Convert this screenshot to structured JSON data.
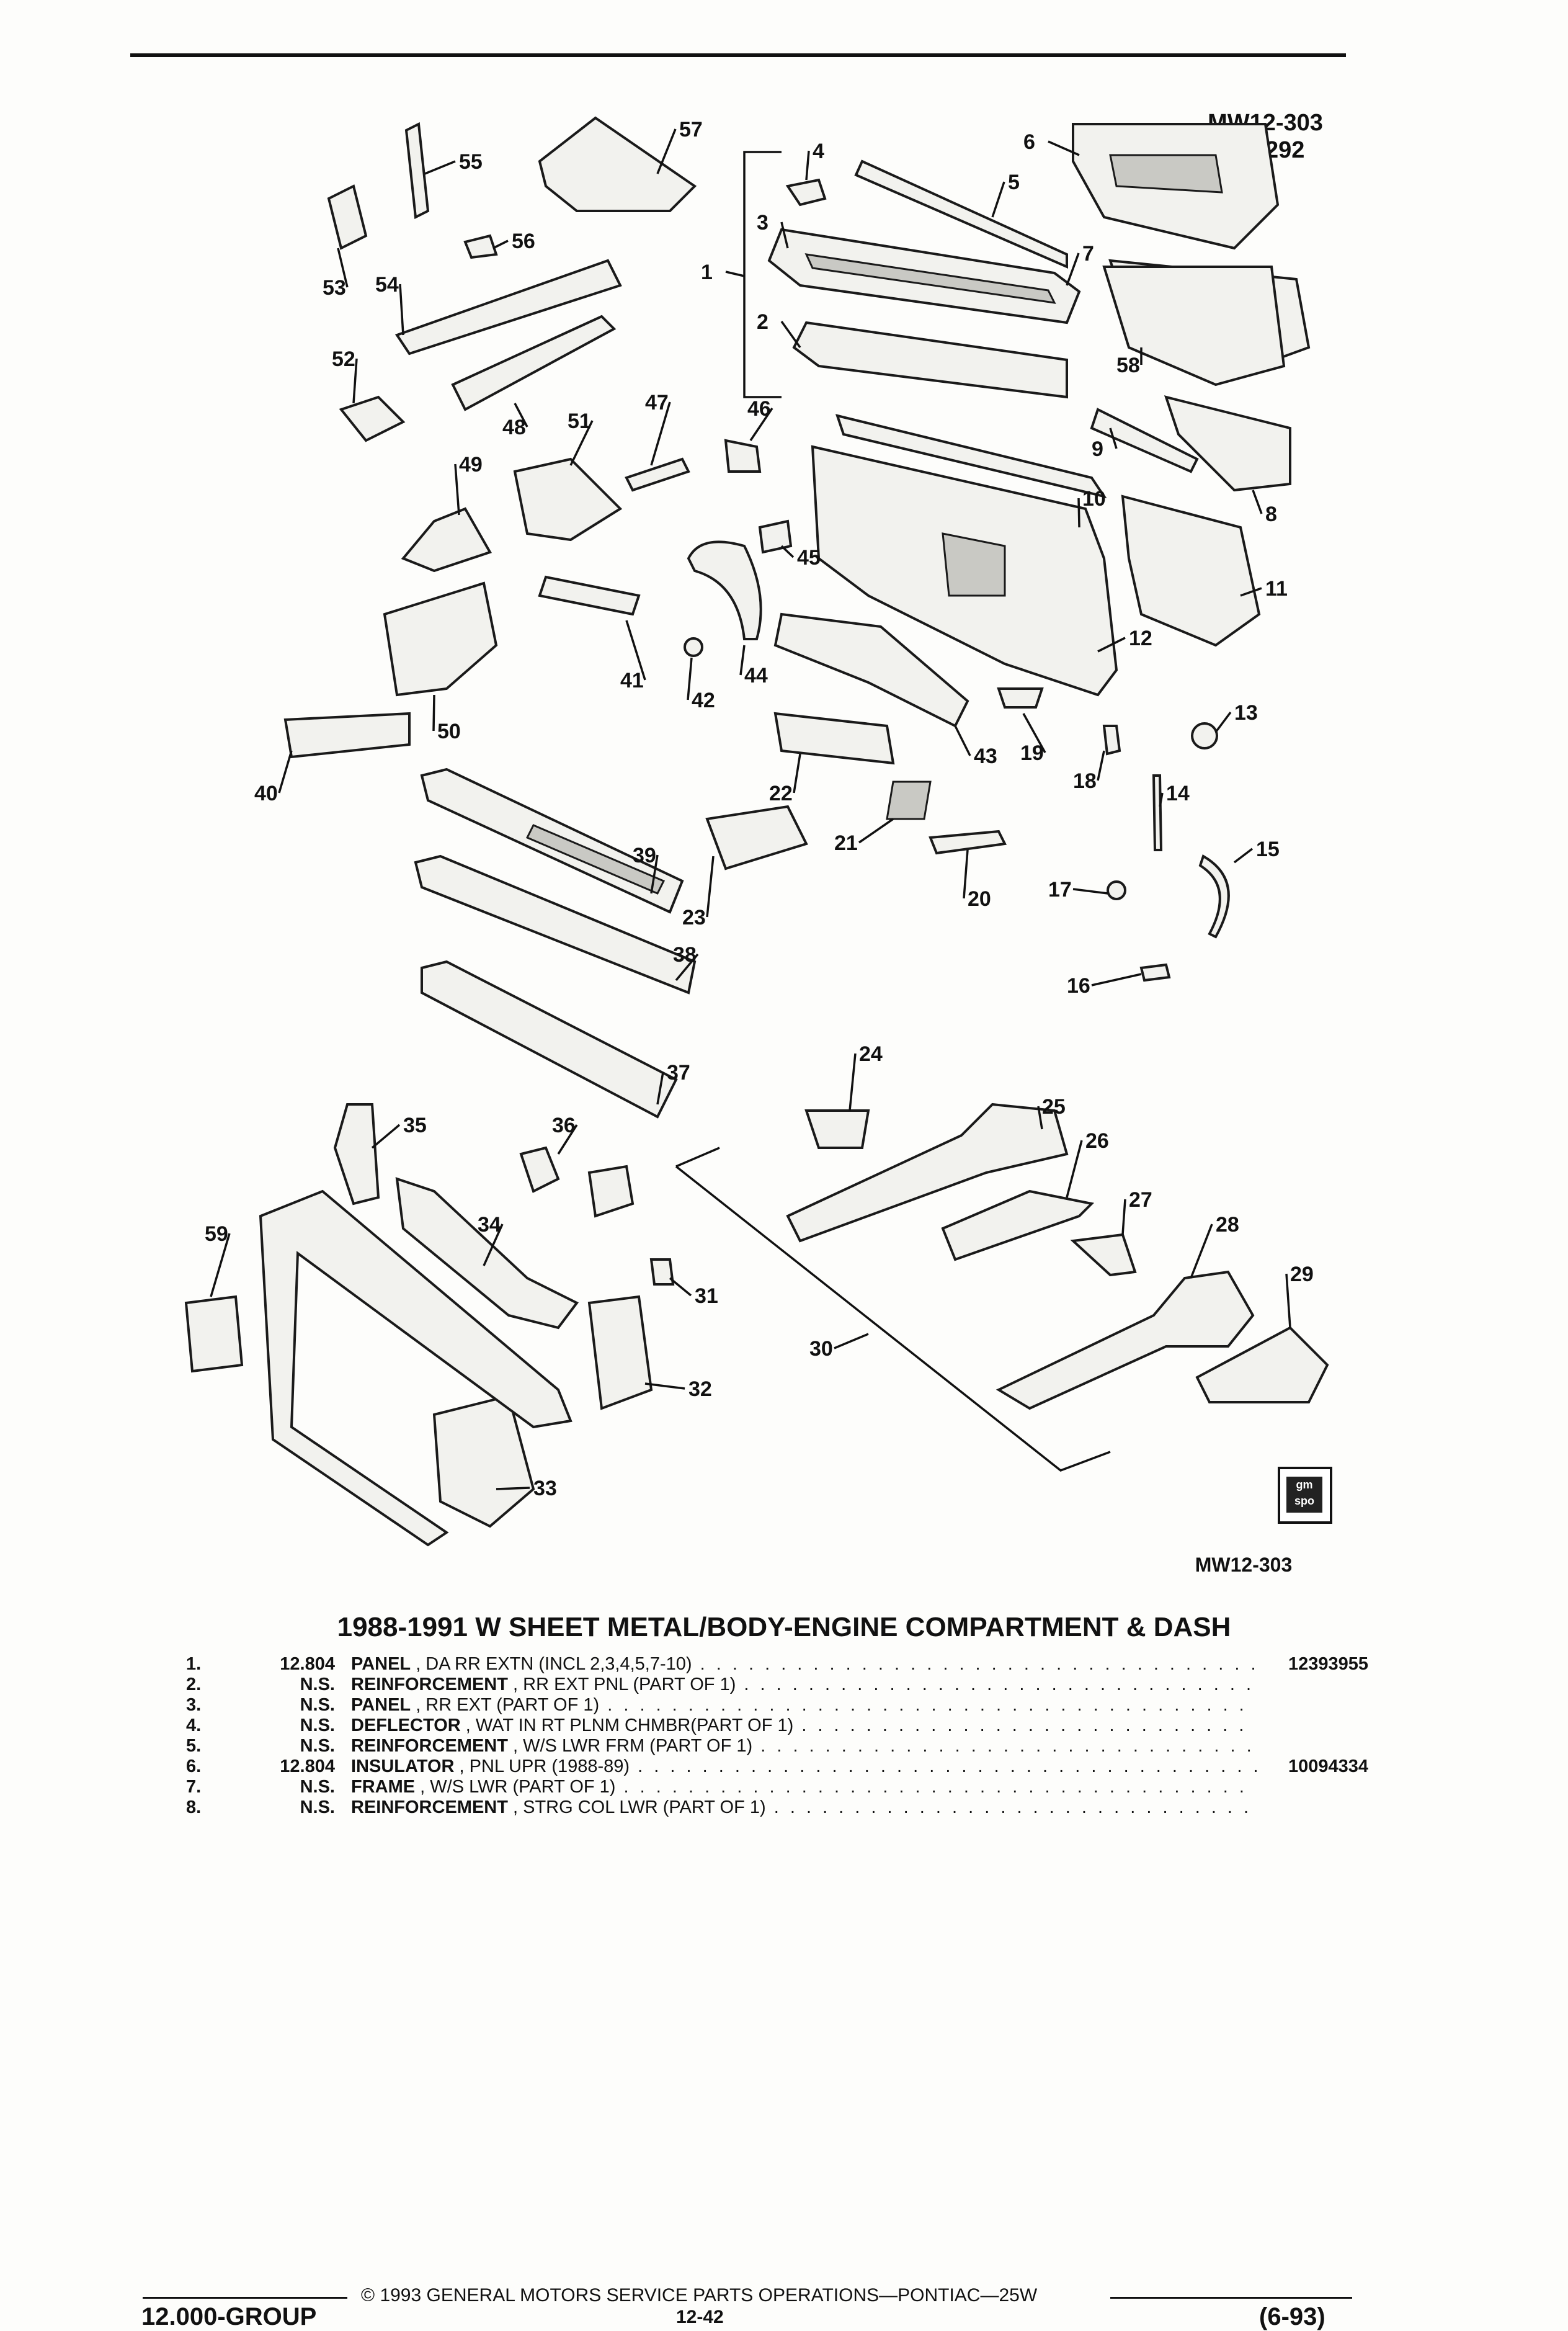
{
  "header": {
    "ref_code": "MW12-303",
    "ref_date": "120292"
  },
  "diagram": {
    "callouts": [
      "1",
      "2",
      "3",
      "4",
      "5",
      "6",
      "7",
      "8",
      "9",
      "10",
      "11",
      "12",
      "13",
      "14",
      "15",
      "16",
      "17",
      "18",
      "19",
      "20",
      "21",
      "22",
      "23",
      "24",
      "25",
      "26",
      "27",
      "28",
      "29",
      "30",
      "31",
      "32",
      "33",
      "34",
      "35",
      "36",
      "37",
      "38",
      "39",
      "40",
      "41",
      "42",
      "43",
      "44",
      "45",
      "46",
      "47",
      "48",
      "49",
      "50",
      "51",
      "52",
      "53",
      "54",
      "55",
      "56",
      "57",
      "58",
      "59"
    ],
    "bottom_ref_code": "MW12-303",
    "logo_text": "gm spo"
  },
  "catalog": {
    "title": "1988-1991 W SHEET METAL/BODY-ENGINE COMPARTMENT & DASH",
    "items": [
      {
        "no": "1.",
        "group": "12.804",
        "name": "PANEL",
        "detail": ", DA RR EXTN (INCL 2,3,4,5,7-10)",
        "part_number": "12393955"
      },
      {
        "no": "2.",
        "group": "N.S.",
        "name": "REINFORCEMENT",
        "detail": ", RR EXT PNL (PART OF 1)",
        "part_number": ""
      },
      {
        "no": "3.",
        "group": "N.S.",
        "name": "PANEL",
        "detail": ", RR EXT (PART OF 1)",
        "part_number": ""
      },
      {
        "no": "4.",
        "group": "N.S.",
        "name": "DEFLECTOR",
        "detail": ", WAT IN RT PLNM CHMBR(PART OF 1)",
        "part_number": ""
      },
      {
        "no": "5.",
        "group": "N.S.",
        "name": "REINFORCEMENT",
        "detail": ", W/S LWR FRM (PART OF 1)",
        "part_number": ""
      },
      {
        "no": "6.",
        "group": "12.804",
        "name": "INSULATOR",
        "detail": ", PNL UPR (1988-89)",
        "part_number": "10094334"
      },
      {
        "no": "7.",
        "group": "N.S.",
        "name": "FRAME",
        "detail": ", W/S LWR (PART OF 1)",
        "part_number": ""
      },
      {
        "no": "8.",
        "group": "N.S.",
        "name": "REINFORCEMENT",
        "detail": ", STRG COL LWR (PART OF 1)",
        "part_number": ""
      }
    ]
  },
  "footer": {
    "copyright": "© 1993 GENERAL MOTORS SERVICE PARTS OPERATIONS—PONTIAC—25W",
    "group": "12.000-GROUP",
    "page": "12-42",
    "date": "(6-93)"
  }
}
